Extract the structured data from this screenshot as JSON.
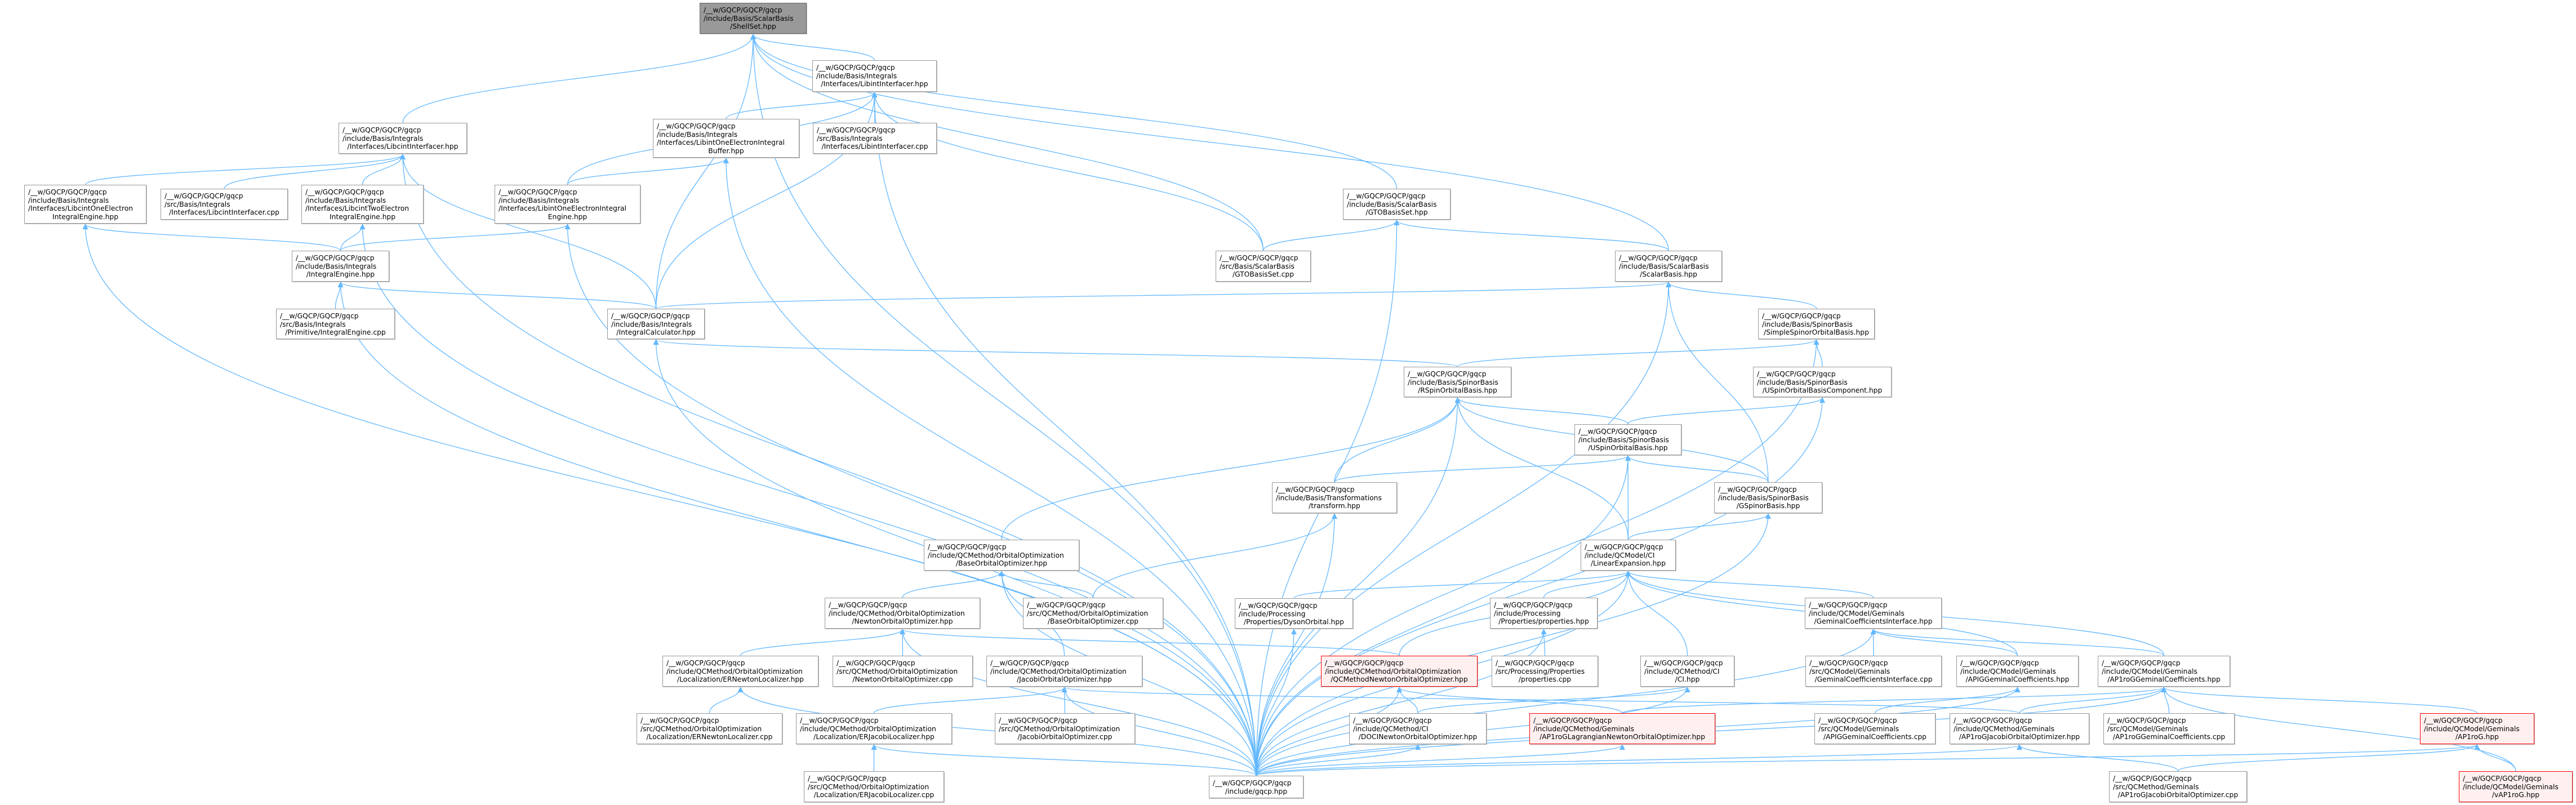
{
  "colors": {
    "edge": "#63B8FF",
    "focus_fill": "#999999",
    "node_border": "#999999",
    "highlight_border": "#FF0000",
    "highlight_fill": "#FFF0F0"
  },
  "nodes": [
    {
      "lines": [
        "/__w/GQCP/GQCP/gqcp",
        "/include/Basis/ScalarBasis",
        "/ShellSet.hpp"
      ]
    },
    {
      "lines": [
        "/__w/GQCP/GQCP/gqcp",
        "/include/Basis/Integrals",
        "/Interfaces/LibintInterfacer.hpp"
      ]
    },
    {
      "lines": [
        "/__w/GQCP/GQCP/gqcp",
        "/include/Basis/Integrals",
        "/Interfaces/LibcintInterfacer.hpp"
      ]
    },
    {
      "lines": [
        "/__w/GQCP/GQCP/gqcp",
        "/include/Basis/Integrals",
        "/Interfaces/LibintOneElectronIntegral",
        "Buffer.hpp"
      ]
    },
    {
      "lines": [
        "/__w/GQCP/GQCP/gqcp",
        "/src/Basis/Integrals",
        "/Interfaces/LibintInterfacer.cpp"
      ]
    },
    {
      "lines": [
        "/__w/GQCP/GQCP/gqcp",
        "/include/Basis/Integrals",
        "/Interfaces/LibcintOneElectron",
        "IntegralEngine.hpp"
      ]
    },
    {
      "lines": [
        "/__w/GQCP/GQCP/gqcp",
        "/src/Basis/Integrals",
        "/Interfaces/LibcintInterfacer.cpp"
      ]
    },
    {
      "lines": [
        "/__w/GQCP/GQCP/gqcp",
        "/include/Basis/Integrals",
        "/Interfaces/LibcintTwoElectron",
        "IntegralEngine.hpp"
      ]
    },
    {
      "lines": [
        "/__w/GQCP/GQCP/gqcp",
        "/include/Basis/Integrals",
        "/Interfaces/LibintOneElectronIntegral",
        "Engine.hpp"
      ]
    },
    {
      "lines": [
        "/__w/GQCP/GQCP/gqcp",
        "/include/Basis/ScalarBasis",
        "/GTOBasisSet.hpp"
      ]
    },
    {
      "lines": [
        "/__w/GQCP/GQCP/gqcp",
        "/include/Basis/Integrals",
        "/IntegralEngine.hpp"
      ]
    },
    {
      "lines": [
        "/__w/GQCP/GQCP/gqcp",
        "/src/Basis/ScalarBasis",
        "/GTOBasisSet.cpp"
      ]
    },
    {
      "lines": [
        "/__w/GQCP/GQCP/gqcp",
        "/include/Basis/ScalarBasis",
        "/ScalarBasis.hpp"
      ]
    },
    {
      "lines": [
        "/__w/GQCP/GQCP/gqcp",
        "/src/Basis/Integrals",
        "/Primitive/IntegralEngine.cpp"
      ]
    },
    {
      "lines": [
        "/__w/GQCP/GQCP/gqcp",
        "/include/Basis/Integrals",
        "/IntegralCalculator.hpp"
      ]
    },
    {
      "lines": [
        "/__w/GQCP/GQCP/gqcp",
        "/include/Basis/SpinorBasis",
        "/SimpleSpinorOrbitalBasis.hpp"
      ]
    },
    {
      "lines": [
        "/__w/GQCP/GQCP/gqcp",
        "/include/Basis/SpinorBasis",
        "/RSpinOrbitalBasis.hpp"
      ]
    },
    {
      "lines": [
        "/__w/GQCP/GQCP/gqcp",
        "/include/Basis/SpinorBasis",
        "/USpinOrbitalBasisComponent.hpp"
      ]
    },
    {
      "lines": [
        "/__w/GQCP/GQCP/gqcp",
        "/include/Basis/SpinorBasis",
        "/USpinOrbitalBasis.hpp"
      ]
    },
    {
      "lines": [
        "/__w/GQCP/GQCP/gqcp",
        "/include/Basis/Transformations",
        "/transform.hpp"
      ]
    },
    {
      "lines": [
        "/__w/GQCP/GQCP/gqcp",
        "/include/Basis/SpinorBasis",
        "/GSpinorBasis.hpp"
      ]
    },
    {
      "lines": [
        "/__w/GQCP/GQCP/gqcp",
        "/include/QCModel/CI",
        "/LinearExpansion.hpp"
      ]
    },
    {
      "lines": [
        "/__w/GQCP/GQCP/gqcp",
        "/include/QCMethod/OrbitalOptimization",
        "/BaseOrbitalOptimizer.hpp"
      ]
    },
    {
      "lines": [
        "/__w/GQCP/GQCP/gqcp",
        "/include/QCMethod/OrbitalOptimization",
        "/NewtonOrbitalOptimizer.hpp"
      ]
    },
    {
      "lines": [
        "/__w/GQCP/GQCP/gqcp",
        "/src/QCMethod/OrbitalOptimization",
        "/BaseOrbitalOptimizer.cpp"
      ]
    },
    {
      "lines": [
        "/__w/GQCP/GQCP/gqcp",
        "/include/Processing",
        "/Properties/DysonOrbital.hpp"
      ]
    },
    {
      "lines": [
        "/__w/GQCP/GQCP/gqcp",
        "/include/Processing",
        "/Properties/properties.hpp"
      ]
    },
    {
      "lines": [
        "/__w/GQCP/GQCP/gqcp",
        "/include/QCModel/Geminals",
        "/GeminalCoefficientsInterface.hpp"
      ]
    },
    {
      "lines": [
        "/__w/GQCP/GQCP/gqcp",
        "/include/QCMethod/OrbitalOptimization",
        "/Localization/ERNewtonLocalizer.hpp"
      ]
    },
    {
      "lines": [
        "/__w/GQCP/GQCP/gqcp",
        "/src/QCMethod/OrbitalOptimization",
        "/NewtonOrbitalOptimizer.cpp"
      ]
    },
    {
      "lines": [
        "/__w/GQCP/GQCP/gqcp",
        "/include/QCMethod/OrbitalOptimization",
        "/JacobiOrbitalOptimizer.hpp"
      ]
    },
    {
      "lines": [
        "/__w/GQCP/GQCP/gqcp",
        "/include/QCMethod/OrbitalOptimization",
        "/QCMethodNewtonOrbitalOptimizer.hpp"
      ]
    },
    {
      "lines": [
        "/__w/GQCP/GQCP/gqcp",
        "/src/Processing/Properties",
        "/properties.cpp"
      ]
    },
    {
      "lines": [
        "/__w/GQCP/GQCP/gqcp",
        "/include/QCMethod/CI",
        "/CI.hpp"
      ]
    },
    {
      "lines": [
        "/__w/GQCP/GQCP/gqcp",
        "/src/QCModel/Geminals",
        "/GeminalCoefficientsInterface.cpp"
      ]
    },
    {
      "lines": [
        "/__w/GQCP/GQCP/gqcp",
        "/include/QCModel/Geminals",
        "/APIGGeminalCoefficients.hpp"
      ]
    },
    {
      "lines": [
        "/__w/GQCP/GQCP/gqcp",
        "/include/QCModel/Geminals",
        "/AP1roGGeminalCoefficients.hpp"
      ]
    },
    {
      "lines": [
        "/__w/GQCP/GQCP/gqcp",
        "/src/QCMethod/OrbitalOptimization",
        "/Localization/ERNewtonLocalizer.cpp"
      ]
    },
    {
      "lines": [
        "/__w/GQCP/GQCP/gqcp",
        "/include/QCMethod/OrbitalOptimization",
        "/Localization/ERJacobiLocalizer.hpp"
      ]
    },
    {
      "lines": [
        "/__w/GQCP/GQCP/gqcp",
        "/src/QCMethod/OrbitalOptimization",
        "/JacobiOrbitalOptimizer.cpp"
      ]
    },
    {
      "lines": [
        "/__w/GQCP/GQCP/gqcp",
        "/include/QCMethod/CI",
        "/DOCINewtonOrbitalOptimizer.hpp"
      ]
    },
    {
      "lines": [
        "/__w/GQCP/GQCP/gqcp",
        "/include/QCMethod/Geminals",
        "/AP1roGLagrangianNewtonOrbitalOptimizer.hpp"
      ]
    },
    {
      "lines": [
        "/__w/GQCP/GQCP/gqcp",
        "/src/QCModel/Geminals",
        "/APIGGeminalCoefficients.cpp"
      ]
    },
    {
      "lines": [
        "/__w/GQCP/GQCP/gqcp",
        "/include/QCMethod/Geminals",
        "/AP1roGJacobiOrbitalOptimizer.hpp"
      ]
    },
    {
      "lines": [
        "/__w/GQCP/GQCP/gqcp",
        "/src/QCModel/Geminals",
        "/AP1roGGeminalCoefficients.cpp"
      ]
    },
    {
      "lines": [
        "/__w/GQCP/GQCP/gqcp",
        "/include/QCModel/Geminals",
        "/AP1roG.hpp"
      ]
    },
    {
      "lines": [
        "/__w/GQCP/GQCP/gqcp",
        "/src/QCMethod/OrbitalOptimization",
        "/Localization/ERJacobiLocalizer.cpp"
      ]
    },
    {
      "lines": [
        "/__w/GQCP/GQCP/gqcp",
        "/include/gqcp.hpp"
      ]
    },
    {
      "lines": [
        "/__w/GQCP/GQCP/gqcp",
        "/src/QCMethod/Geminals",
        "/AP1roGJacobiOrbitalOptimizer.cpp"
      ]
    },
    {
      "lines": [
        "/__w/GQCP/GQCP/gqcp",
        "/include/QCModel/Geminals",
        "/vAP1roG.hpp"
      ]
    }
  ],
  "edges": [
    [
      1,
      0
    ],
    [
      2,
      0
    ],
    [
      14,
      0
    ],
    [
      9,
      0
    ],
    [
      12,
      0
    ],
    [
      11,
      0
    ],
    [
      3,
      1
    ],
    [
      4,
      1
    ],
    [
      8,
      1
    ],
    [
      14,
      1
    ],
    [
      11,
      1
    ],
    [
      5,
      2
    ],
    [
      6,
      2
    ],
    [
      7,
      2
    ],
    [
      14,
      2
    ],
    [
      8,
      3
    ],
    [
      10,
      5
    ],
    [
      10,
      7
    ],
    [
      10,
      8
    ],
    [
      13,
      10
    ],
    [
      14,
      10
    ],
    [
      11,
      9
    ],
    [
      12,
      9
    ],
    [
      14,
      12
    ],
    [
      15,
      12
    ],
    [
      20,
      12
    ],
    [
      16,
      14
    ],
    [
      16,
      15
    ],
    [
      17,
      15
    ],
    [
      18,
      17
    ],
    [
      18,
      16
    ],
    [
      19,
      16
    ],
    [
      20,
      16
    ],
    [
      21,
      16
    ],
    [
      22,
      16
    ],
    [
      19,
      18
    ],
    [
      20,
      18
    ],
    [
      21,
      18
    ],
    [
      21,
      20
    ],
    [
      24,
      19
    ],
    [
      25,
      21
    ],
    [
      26,
      21
    ],
    [
      33,
      21
    ],
    [
      27,
      21
    ],
    [
      35,
      21
    ],
    [
      36,
      21
    ],
    [
      31,
      21
    ],
    [
      23,
      22
    ],
    [
      24,
      22
    ],
    [
      30,
      22
    ],
    [
      28,
      23
    ],
    [
      29,
      23
    ],
    [
      31,
      23
    ],
    [
      37,
      28
    ],
    [
      38,
      30
    ],
    [
      39,
      30
    ],
    [
      43,
      30
    ],
    [
      46,
      38
    ],
    [
      40,
      31
    ],
    [
      41,
      31
    ],
    [
      32,
      26
    ],
    [
      40,
      33
    ],
    [
      34,
      27
    ],
    [
      35,
      27
    ],
    [
      36,
      27
    ],
    [
      42,
      35
    ],
    [
      43,
      36
    ],
    [
      44,
      36
    ],
    [
      45,
      36
    ],
    [
      49,
      36
    ],
    [
      41,
      36
    ],
    [
      49,
      45
    ],
    [
      48,
      45
    ],
    [
      48,
      43
    ],
    [
      47,
      0
    ],
    [
      47,
      1
    ],
    [
      47,
      2
    ],
    [
      47,
      3
    ],
    [
      47,
      5
    ],
    [
      47,
      7
    ],
    [
      47,
      8
    ],
    [
      47,
      9
    ],
    [
      47,
      10
    ],
    [
      47,
      12
    ],
    [
      47,
      14
    ],
    [
      47,
      15
    ],
    [
      47,
      16
    ],
    [
      47,
      17
    ],
    [
      47,
      18
    ],
    [
      47,
      19
    ],
    [
      47,
      20
    ],
    [
      47,
      21
    ],
    [
      47,
      22
    ],
    [
      47,
      23
    ],
    [
      47,
      25
    ],
    [
      47,
      26
    ],
    [
      47,
      27
    ],
    [
      47,
      28
    ],
    [
      47,
      30
    ],
    [
      47,
      31
    ],
    [
      47,
      33
    ],
    [
      47,
      35
    ],
    [
      47,
      36
    ],
    [
      47,
      38
    ],
    [
      47,
      40
    ],
    [
      47,
      41
    ],
    [
      47,
      43
    ],
    [
      47,
      45
    ]
  ]
}
